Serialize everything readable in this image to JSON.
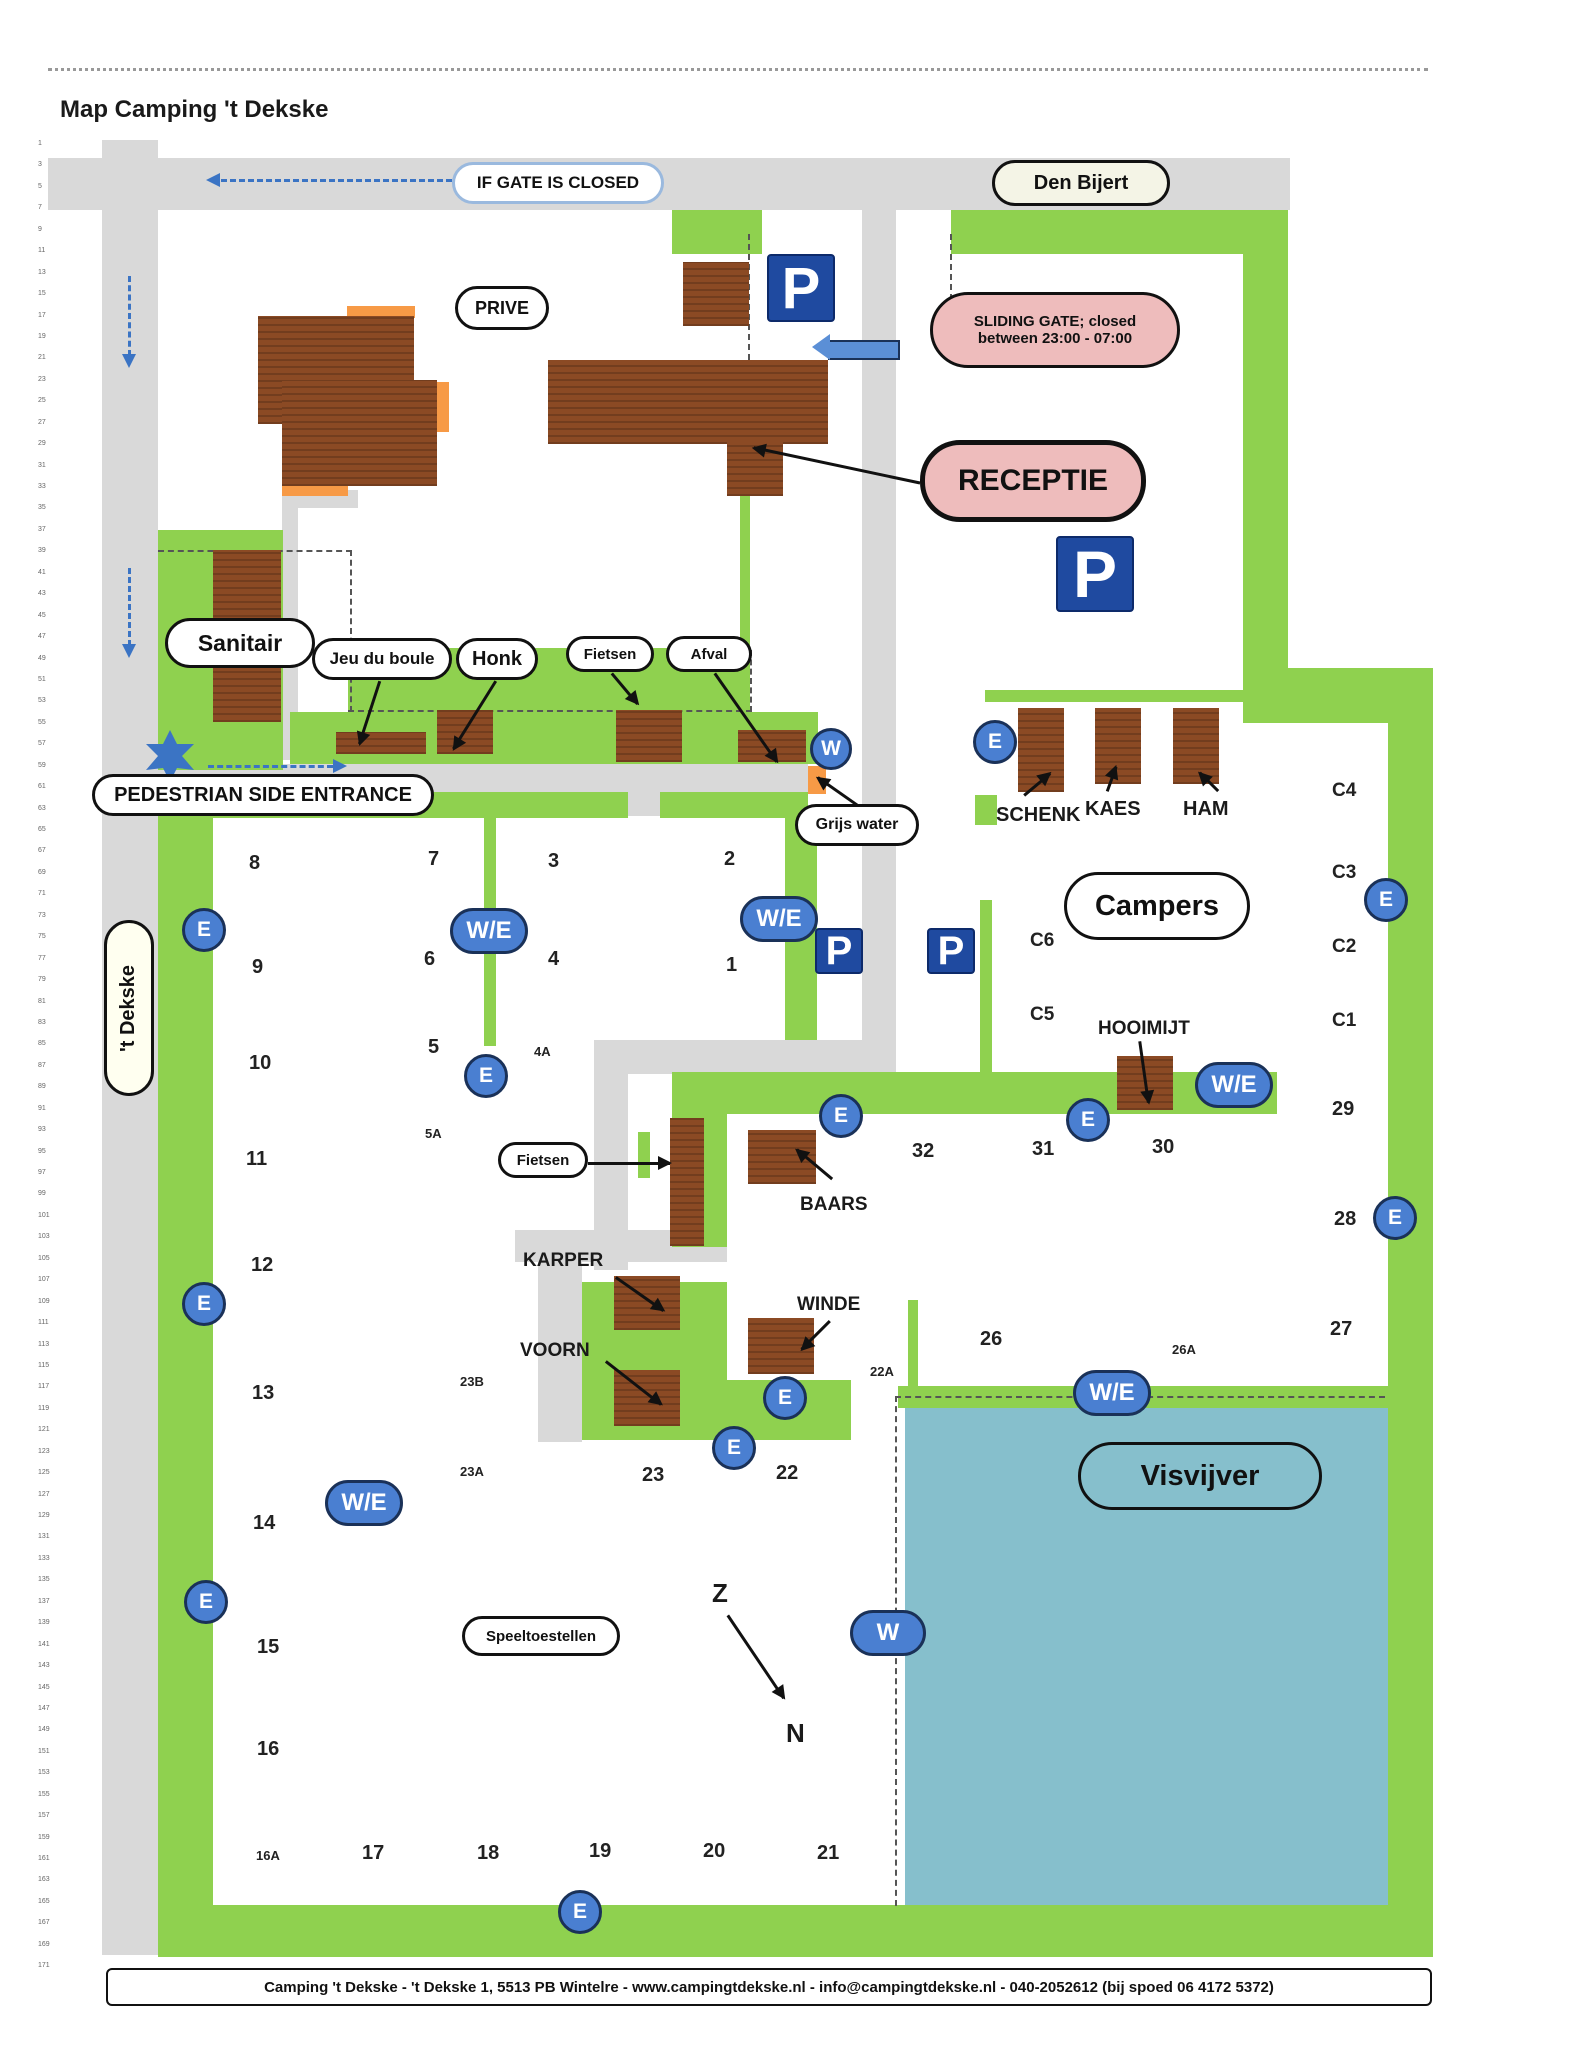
{
  "title": "Map Camping 't Dekske",
  "colors": {
    "grass": "#8fd14f",
    "road": "#d9d9d9",
    "building": "#8b4a24",
    "water": "#86bfcc",
    "marker": "#4a7fd1",
    "parking": "#1f4aa0",
    "reception": "#eebcbc"
  },
  "roads": {
    "gate_note": "IF GATE IS CLOSED",
    "den_bijert": "Den Bijert",
    "dekske": "'t Dekske"
  },
  "labels": {
    "prive": "PRIVE",
    "sliding_gate_line1": "SLIDING GATE; closed",
    "sliding_gate_line2": "between 23:00 - 07:00",
    "receptie": "RECEPTIE",
    "sanitair": "Sanitair",
    "jeu_du_boule": "Jeu du boule",
    "honk": "Honk",
    "fietsen_top": "Fietsen",
    "afval": "Afval",
    "pedestrian": "PEDESTRIAN SIDE ENTRANCE",
    "grijs_water": "Grijs water",
    "schenk": "SCHENK",
    "kaes": "KAES",
    "ham": "HAM",
    "campers": "Campers",
    "hooimijt": "HOOIMIJT",
    "fietsen_mid": "Fietsen",
    "baars": "BAARS",
    "karper": "KARPER",
    "voorn": "VOORN",
    "winde": "WINDE",
    "visvijver": "Visvijver",
    "speeltoestellen": "Speeltoestellen",
    "z": "Z",
    "n": "N"
  },
  "parking_symbol": "P",
  "markers": {
    "e": "E",
    "w": "W",
    "we": "W/E"
  },
  "pitches": {
    "p1": "1",
    "p2": "2",
    "p3": "3",
    "p4": "4",
    "p4a": "4A",
    "p5": "5",
    "p5a": "5A",
    "p6": "6",
    "p7": "7",
    "p8": "8",
    "p9": "9",
    "p10": "10",
    "p11": "11",
    "p12": "12",
    "p13": "13",
    "p14": "14",
    "p15": "15",
    "p16": "16",
    "p16a": "16A",
    "p17": "17",
    "p18": "18",
    "p19": "19",
    "p20": "20",
    "p21": "21",
    "p22": "22",
    "p22a": "22A",
    "p23": "23",
    "p23a": "23A",
    "p23b": "23B",
    "p26": "26",
    "p26a": "26A",
    "p27": "27",
    "p28": "28",
    "p29": "29",
    "p30": "30",
    "p31": "31",
    "p32": "32",
    "c1": "C1",
    "c2": "C2",
    "c3": "C3",
    "c4": "C4",
    "c5": "C5",
    "c6": "C6"
  },
  "footer": "Camping 't Dekske - 't Dekske 1, 5513 PB Wintelre  - www.campingtdekske.nl - info@campingtdekske.nl - 040-2052612 (bij spoed 06 4172 5372)"
}
